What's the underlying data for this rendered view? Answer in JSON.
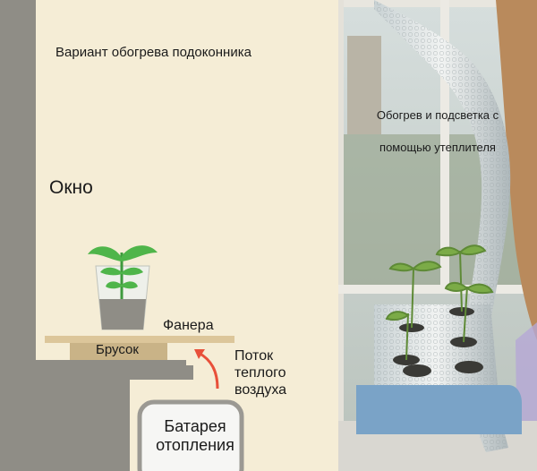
{
  "diagram": {
    "title": "Вариант обогрева подоконника",
    "window_label": "Окно",
    "plywood_label": "Фанера",
    "bar_label": "Брусок",
    "airflow_label": [
      "Поток",
      "теплого",
      "воздуха"
    ],
    "battery_label": [
      "Батарея",
      "отопления"
    ],
    "colors": {
      "background": "#f5edd6",
      "wall": "#8f8d86",
      "plywood": "#dcc69a",
      "bar": "#c9b387",
      "arrow": "#e8503a",
      "leaf": "#4fb54a"
    }
  },
  "photo": {
    "caption_line1": "Обогрев и подсветка с",
    "caption_line2": "помощью утеплителя"
  }
}
